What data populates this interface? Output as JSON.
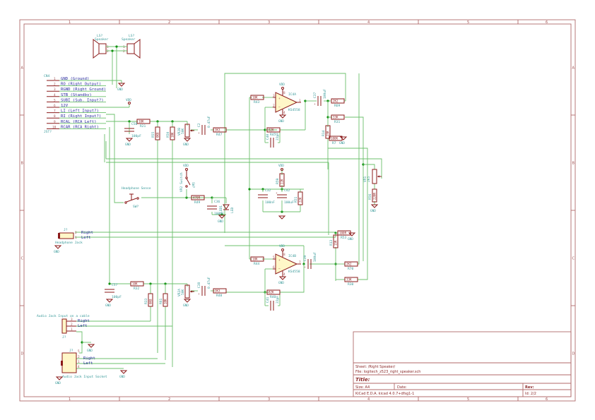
{
  "sheet": {
    "columns": [
      "1",
      "2",
      "3",
      "4",
      "5",
      "6"
    ],
    "rows": [
      "A",
      "B",
      "C",
      "D"
    ]
  },
  "title_block": {
    "sheet_label": "Sheet: /Right Speaker/",
    "file_label": "File: logitech_z523_right_speaker.sch",
    "title_label": "Title:",
    "size_label": "Size: A4",
    "date_label": "Date:",
    "rev_label": "Rev:",
    "tool_label": "KiCad E.D.A.  kicad 4.0.7+dfsg1-1",
    "id_label": "Id: 2/2"
  },
  "power": {
    "vdd": "VDD",
    "gnd": "GND"
  },
  "speakers": [
    {
      "ref": "LS?",
      "value": "Speaker",
      "pins": [
        "1",
        "2"
      ]
    },
    {
      "ref": "LS?",
      "value": "Speaker",
      "pins": [
        "1",
        "2"
      ]
    }
  ],
  "connector_cn4": {
    "ref": "CN4",
    "value": "JST?",
    "pins": [
      {
        "num": "1",
        "label": "GND (Ground)"
      },
      {
        "num": "2",
        "label": "RO (Right Output)"
      },
      {
        "num": "3",
        "label": "RGND (Right Ground)"
      },
      {
        "num": "4",
        "label": "STB (Standby)"
      },
      {
        "num": "5",
        "label": "SUBI (Sub. Input?)"
      },
      {
        "num": "6",
        "label": "12V"
      },
      {
        "num": "7",
        "label": "LI (Left Input?)"
      },
      {
        "num": "8",
        "label": "RI (Right Input?)"
      },
      {
        "num": "9",
        "label": "RCAL (RCA Left)"
      },
      {
        "num": "10",
        "label": "RCAR (RCA Right)"
      }
    ]
  },
  "components": {
    "R21": {
      "ref": "R21",
      "value": "10K"
    },
    "R55": {
      "ref": "R55",
      "value": "6K8"
    },
    "R50": {
      "ref": "R50",
      "value": "10K"
    },
    "VR2B": {
      "ref": "VR2B",
      "value": "50K"
    },
    "C2": {
      "ref": "C2",
      "value": "0.47uF"
    },
    "R47": {
      "ref": "R47",
      "value": "3K3"
    },
    "C58": {
      "ref": "C58",
      "value": "100pF"
    },
    "R43": {
      "ref": "R43",
      "value": "10K"
    },
    "IC4A": {
      "ref": "IC4A",
      "value": "KS4558",
      "pins": [
        "3",
        "2",
        "1",
        "8",
        "4"
      ]
    },
    "R45": {
      "ref": "R45",
      "value": "82K"
    },
    "C40": {
      "ref": "C40",
      "value": "22pF"
    },
    "C37": {
      "ref": "C37",
      "value": "100uF"
    },
    "R69": {
      "ref": "R69",
      "value": "2K2"
    },
    "R31": {
      "ref": "R31",
      "value": "33K"
    },
    "R14": {
      "ref": "R14",
      "value": "15R"
    },
    "R7": {
      "ref": "R7",
      "value": "100K"
    },
    "VR1": {
      "ref": "VR1",
      "value": "2K5"
    },
    "R56": {
      "ref": "R56",
      "value": "220R"
    },
    "SW_VR2": {
      "ref": "SW?",
      "value": "VR2 Switch"
    },
    "SW_HP": {
      "ref": "SW?",
      "value": "Headphone Sense"
    },
    "R49": {
      "ref": "R49",
      "value": "470R"
    },
    "C36": {
      "ref": "C36",
      "value": "100nF"
    },
    "LED1": {
      "ref": "LED1",
      "value": "LED"
    },
    "R59": {
      "ref": "R59",
      "value": "22K"
    },
    "C32": {
      "ref": "C32",
      "value": "100nF"
    },
    "C42": {
      "ref": "C42",
      "value": "100uF"
    },
    "R51": {
      "ref": "R51",
      "value": "22K"
    },
    "J_HP": {
      "ref": "J?",
      "value": "Headphone Jack",
      "pins": [
        "2",
        "1"
      ],
      "nets": [
        "Right",
        "Left"
      ]
    },
    "R53": {
      "ref": "R53",
      "value": "100R"
    },
    "R13": {
      "ref": "R13",
      "value": "15R"
    },
    "R44": {
      "ref": "R44",
      "value": "10K"
    },
    "IC4B": {
      "ref": "IC4B",
      "value": "KS4558",
      "pins": [
        "5",
        "6",
        "7",
        "8",
        "4"
      ]
    },
    "R46": {
      "ref": "R46",
      "value": "82K"
    },
    "C41": {
      "ref": "C41",
      "value": "22pF"
    },
    "C39": {
      "ref": "C39",
      "value": "100uF"
    },
    "R70": {
      "ref": "R70",
      "value": "2K2"
    },
    "R30": {
      "ref": "R30",
      "value": "33K"
    },
    "C57": {
      "ref": "C57",
      "value": "100pF"
    },
    "R32": {
      "ref": "R32",
      "value": "10K"
    },
    "R33": {
      "ref": "R33",
      "value": "6K8"
    },
    "R61": {
      "ref": "R61",
      "value": "10K"
    },
    "VR2A": {
      "ref": "VR2A",
      "value": "50K"
    },
    "C38": {
      "ref": "C38",
      "value": "0.47uF"
    },
    "R48": {
      "ref": "R48",
      "value": "3K3"
    },
    "J_CABLE": {
      "ref": "J?",
      "value": "Audio Jack Input on a cable",
      "pins": [
        "3",
        "2",
        "1"
      ],
      "nets": [
        "Right",
        "Left",
        ""
      ]
    },
    "J_SOCKET": {
      "ref": "J?",
      "value": "Audio Jack Input Socket",
      "pins": [
        "5",
        "2",
        "1",
        "4"
      ],
      "nets": [
        "",
        "Right",
        "Left",
        ""
      ]
    }
  }
}
